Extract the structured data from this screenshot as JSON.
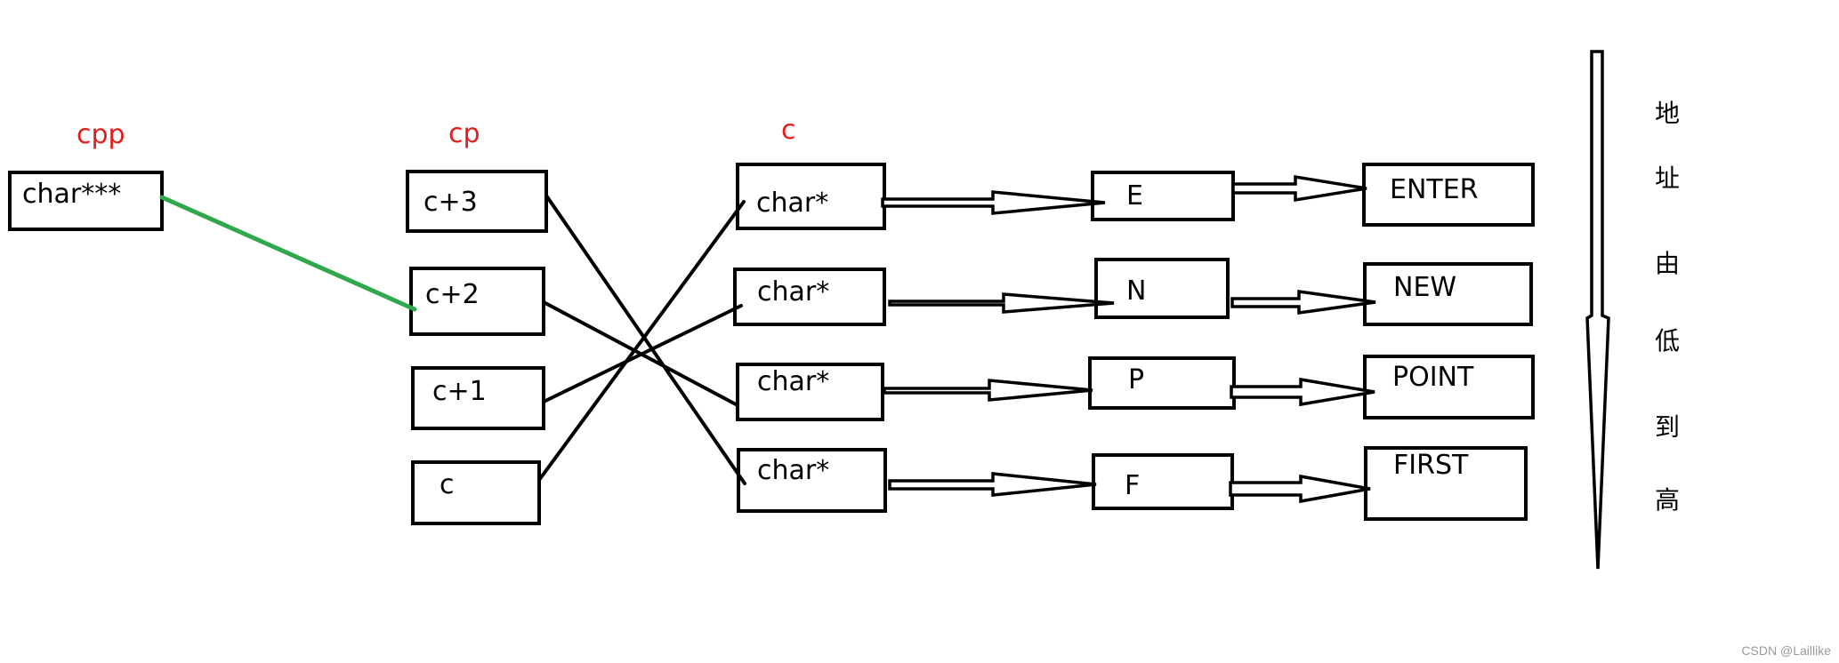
{
  "labels": {
    "cpp": "cpp",
    "cp": "cp",
    "c": "c"
  },
  "cpp_box": "char***",
  "cp_boxes": [
    "c+3",
    "c+2",
    "c+1",
    "c"
  ],
  "c_boxes": [
    "char*",
    "char*",
    "char*",
    "char*"
  ],
  "first_letters": [
    "E",
    "N",
    "P",
    "F"
  ],
  "words": [
    "ENTER",
    "NEW",
    "POINT",
    "FIRST"
  ],
  "address_note": [
    "地",
    "址",
    "由",
    "低",
    "到",
    "高"
  ],
  "watermark": "CSDN @Laillike",
  "colors": {
    "label_red": "#e0201f",
    "link_green": "#2ea84a"
  }
}
